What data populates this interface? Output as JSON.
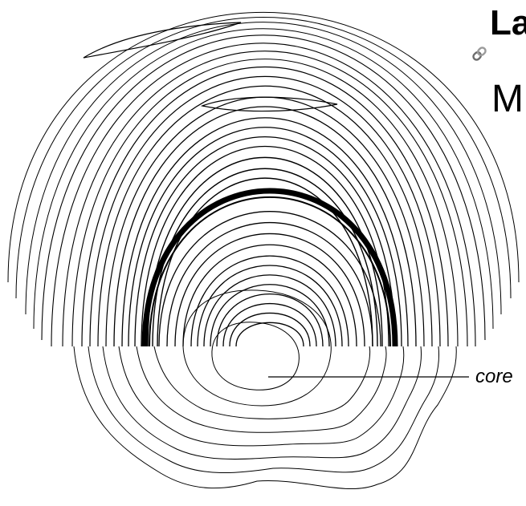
{
  "slide": {
    "title_fragment": "La",
    "subtitle_fragment": "M",
    "link_icon": "paperclip-link-icon"
  },
  "diagram": {
    "core_label": "core"
  },
  "colors": {
    "ink": "#000000",
    "background": "#ffffff"
  }
}
